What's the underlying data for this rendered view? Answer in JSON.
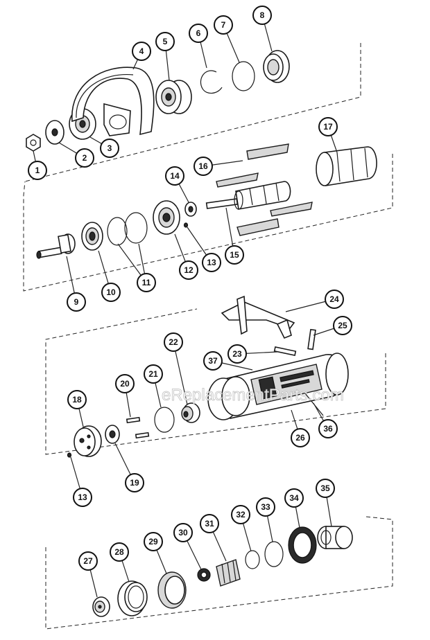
{
  "watermark": "eReplacementParts.com",
  "callouts": [
    "1",
    "2",
    "3",
    "4",
    "5",
    "6",
    "7",
    "8",
    "9",
    "10",
    "11",
    "12",
    "13",
    "14",
    "15",
    "16",
    "17",
    "18",
    "19",
    "20",
    "21",
    "22",
    "23",
    "24",
    "25",
    "26",
    "27",
    "28",
    "29",
    "30",
    "31",
    "32",
    "33",
    "34",
    "35",
    "36",
    "37"
  ],
  "callout_13_repeat": "13",
  "colors": {
    "line": "#1a1a1a",
    "background": "#ffffff",
    "watermark_outline": "#b8b8b8"
  }
}
